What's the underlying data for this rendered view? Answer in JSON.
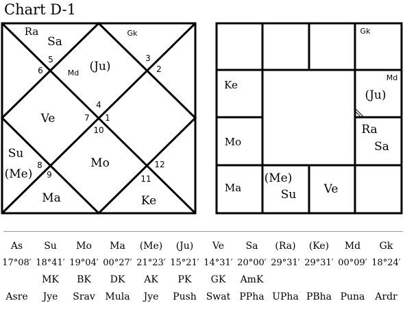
{
  "title": "Chart D-1",
  "north_chart": {
    "houses": [
      {
        "num": "1",
        "planets": []
      },
      {
        "num": "2",
        "planets": [
          "(Ju)"
        ]
      },
      {
        "num": "3",
        "planets": [
          "Gk"
        ]
      },
      {
        "num": "4",
        "planets": []
      },
      {
        "num": "5",
        "planets": [
          "Sa"
        ]
      },
      {
        "num": "6",
        "planets": [
          "Ra",
          "Md"
        ]
      },
      {
        "num": "7",
        "planets": [
          "Ve"
        ]
      },
      {
        "num": "8",
        "planets": [
          "Su"
        ]
      },
      {
        "num": "9",
        "planets": [
          "(Me)",
          "Ma"
        ]
      },
      {
        "num": "10",
        "planets": [
          "Mo"
        ]
      },
      {
        "num": "11",
        "planets": [
          "Ke"
        ]
      },
      {
        "num": "12",
        "planets": []
      }
    ]
  },
  "south_chart": {
    "cells": {
      "gemini": [
        "Gk"
      ],
      "aquarius": [
        "Ke"
      ],
      "cancer": [
        "Md",
        "(Ju)"
      ],
      "capricorn": [
        "Mo"
      ],
      "leo": [
        "Ra",
        "Sa"
      ],
      "sagittarius": [
        "Ma"
      ],
      "scorpio": [
        "(Me)",
        "Su"
      ],
      "libra": [
        "Ve"
      ]
    }
  },
  "table": {
    "planets": [
      "As",
      "Su",
      "Mo",
      "Ma",
      "(Me)",
      "(Ju)",
      "Ve",
      "Sa",
      "(Ra)",
      "(Ke)",
      "Md",
      "Gk"
    ],
    "degrees": [
      "17°08′",
      "18°41′",
      "19°04′",
      "00°27′",
      "21°23′",
      "15°21′",
      "14°31′",
      "20°00′",
      "29°31′",
      "29°31′",
      "00°09′",
      "18°24′"
    ],
    "karakas": [
      "",
      "MK",
      "BK",
      "DK",
      "AK",
      "PK",
      "GK",
      "AmK",
      "",
      "",
      "",
      ""
    ],
    "nakshatras": [
      "Asre",
      "Jye",
      "Srav",
      "Mula",
      "Jye",
      "Push",
      "Swat",
      "PPha",
      "UPha",
      "PBha",
      "Puna",
      "Ardr"
    ]
  }
}
